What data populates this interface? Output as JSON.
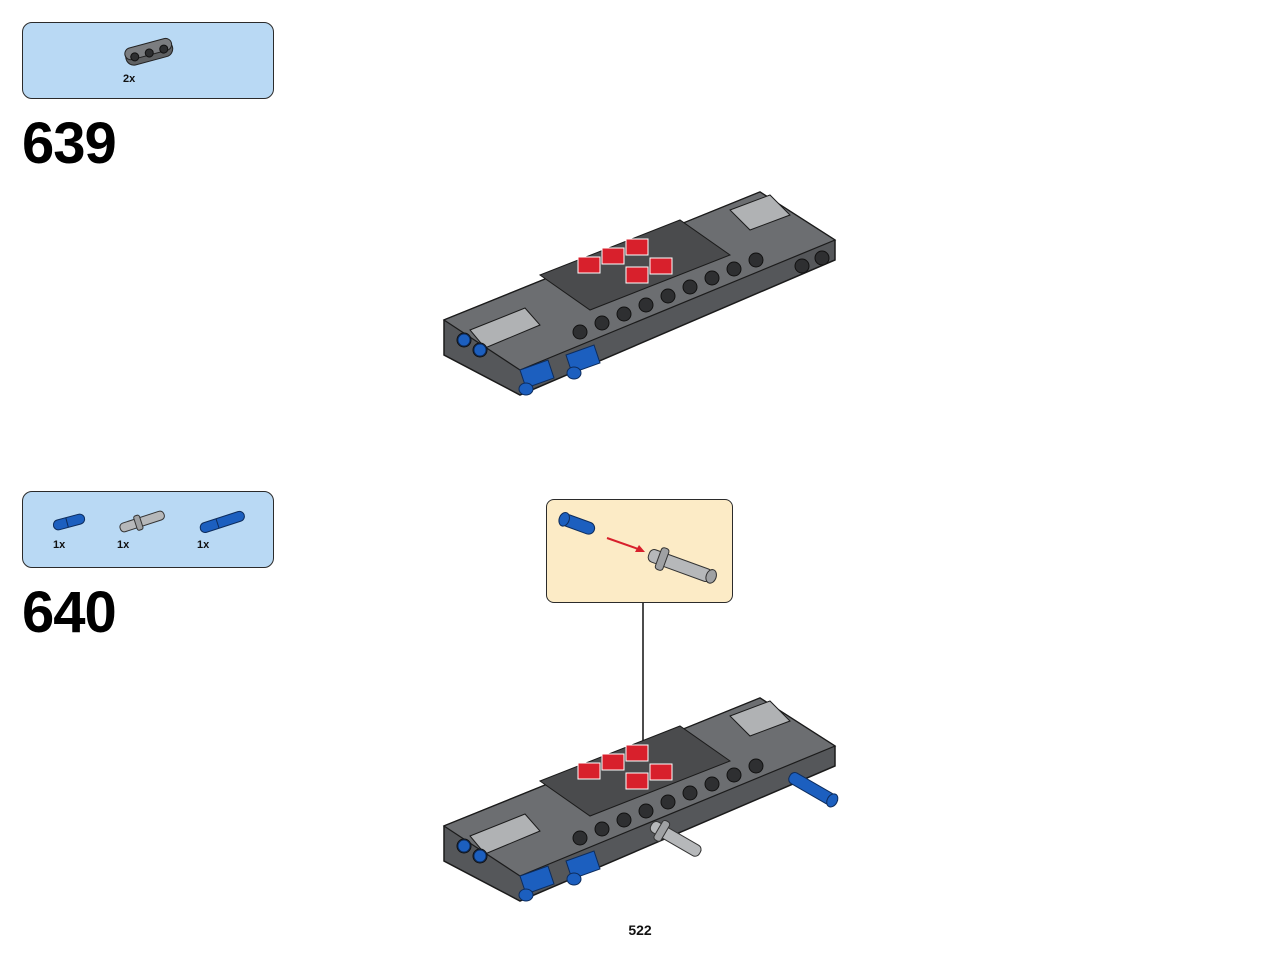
{
  "steps": [
    {
      "number": "639",
      "parts": [
        {
          "name": "dark-gray-3-hole-beam",
          "quantity": "2x"
        }
      ]
    },
    {
      "number": "640",
      "parts": [
        {
          "name": "blue-short-pin",
          "quantity": "1x"
        },
        {
          "name": "light-gray-axle-pin",
          "quantity": "1x"
        },
        {
          "name": "blue-long-pin",
          "quantity": "1x"
        }
      ]
    }
  ],
  "page_number": "522",
  "colors": {
    "parts_box_bg": "#b9d9f4",
    "callout_bg": "#fcebc6",
    "beam_dark_gray": "#5a5c5e",
    "pin_blue": "#1c5fbf",
    "light_gray": "#b6b8ba",
    "decal_red": "#d8202c"
  },
  "icons": [
    "beam-part-icon",
    "blue-pin-icon",
    "gray-axle-pin-icon",
    "blue-long-pin-icon",
    "assembly-arrow-icon"
  ]
}
